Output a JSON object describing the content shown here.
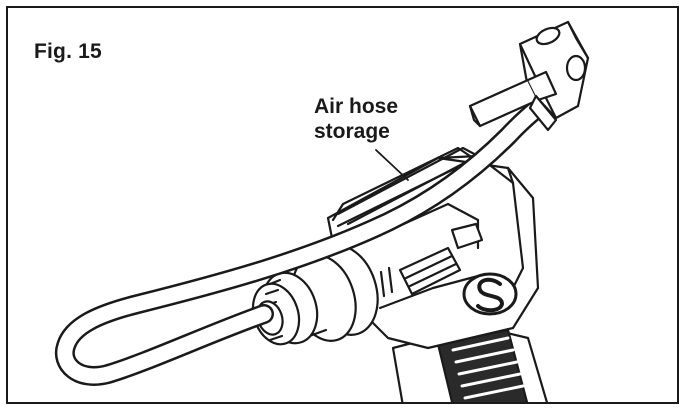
{
  "figure": {
    "label": "Fig. 15"
  },
  "callout": {
    "line1": "Air hose",
    "line2": "storage"
  },
  "colors": {
    "ink": "#1a1a1a",
    "paper": "#ffffff",
    "shade": "#3a3a3a"
  },
  "icons": {
    "brand_logo": "s-logo-icon",
    "chuck": "air-chuck-icon",
    "fitting": "hose-fitting-icon"
  }
}
